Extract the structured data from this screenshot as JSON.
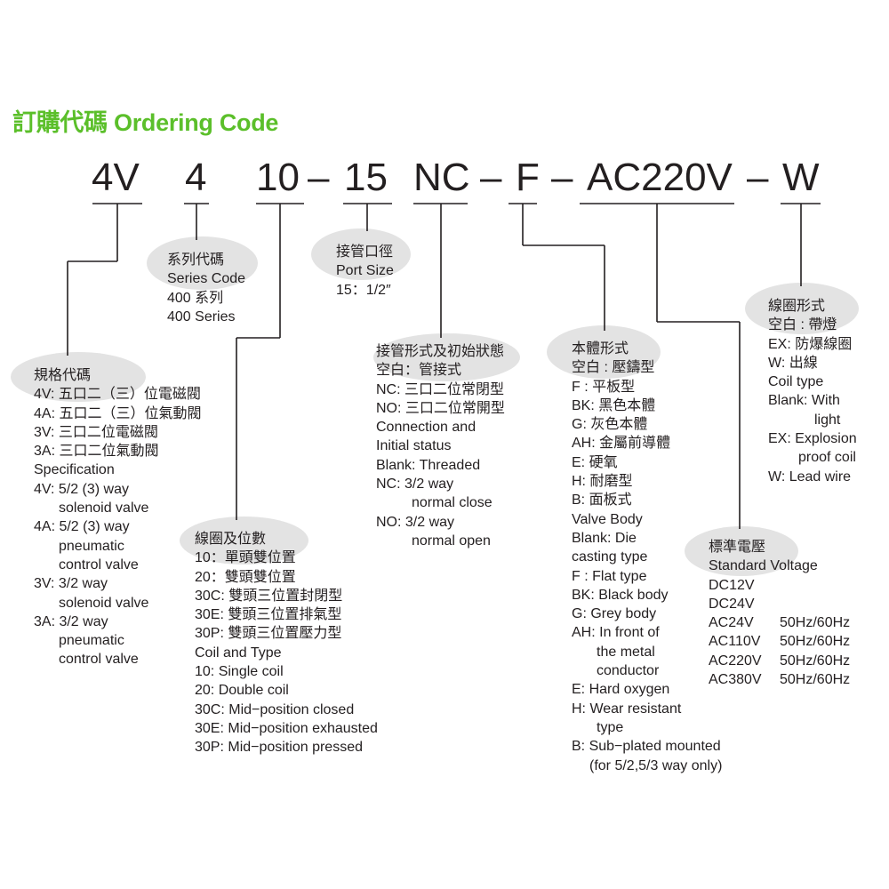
{
  "title": "訂購代碼 Ordering Code",
  "code_segments": [
    "4V",
    "4",
    "10",
    "–",
    "15",
    "NC",
    "–",
    "F",
    "–",
    "AC220V",
    "–",
    "W"
  ],
  "spec": {
    "heading": "規格代碼",
    "lines": [
      "4V: 五口二（三）位電磁閥",
      "4A: 五口二（三）位氣動閥",
      "3V: 三口二位電磁閥",
      "3A: 三口二位氣動閥",
      "Specification",
      "4V: 5/2 (3) way",
      "solenoid valve",
      "4A: 5/2 (3) way",
      "pneumatic",
      "control valve",
      "3V: 3/2 way",
      "solenoid valve",
      "3A: 3/2 way",
      "pneumatic",
      "control valve"
    ]
  },
  "series": {
    "heading": "系列代碼",
    "lines": [
      "Series Code",
      "400 系列",
      "400 Series"
    ]
  },
  "coil": {
    "heading": "線圈及位數",
    "lines": [
      "10：單頭雙位置",
      "20：雙頭雙位置",
      "30C: 雙頭三位置封閉型",
      "30E: 雙頭三位置排氣型",
      "30P: 雙頭三位置壓力型",
      "Coil and Type",
      "10: Single coil",
      "20: Double coil",
      "30C: Mid−position closed",
      "30E: Mid−position exhausted",
      "30P: Mid−position pressed"
    ]
  },
  "port": {
    "heading": "接管口徑",
    "lines": [
      "Port Size",
      "15：1/2″"
    ]
  },
  "connection": {
    "heading": "接管形式及初始狀態",
    "lines": [
      "空白：管接式",
      "NC: 三口二位常閉型",
      "NO: 三口二位常開型",
      "Connection and",
      "Initial status",
      "Blank:  Threaded",
      "NC:  3/2 way",
      "normal close",
      "NO:  3/2 way",
      "normal open"
    ]
  },
  "body": {
    "heading": "本體形式",
    "lines": [
      "空白 : 壓鑄型",
      "F : 平板型",
      "BK: 黑色本體",
      "G: 灰色本體",
      "AH: 金屬前導體",
      "E: 硬氧",
      "H: 耐磨型",
      "B: 面板式",
      "Valve Body",
      "Blank: Die",
      "casting type",
      "F : Flat type",
      "BK: Black body",
      "G: Grey body",
      "AH: In front of",
      "the metal",
      "conductor",
      "E: Hard oxygen",
      "H: Wear resistant",
      "type",
      "B: Sub−plated mounted",
      "(for 5/2,5/3 way only)"
    ]
  },
  "voltage": {
    "heading": "標準電壓",
    "subheading": "Standard Voltage",
    "rows": [
      {
        "v": "DC12V",
        "f": ""
      },
      {
        "v": "DC24V",
        "f": ""
      },
      {
        "v": "AC24V",
        "f": "50Hz/60Hz"
      },
      {
        "v": "AC110V",
        "f": "50Hz/60Hz"
      },
      {
        "v": "AC220V",
        "f": "50Hz/60Hz"
      },
      {
        "v": "AC380V",
        "f": "50Hz/60Hz"
      }
    ]
  },
  "coiltype": {
    "heading": "線圈形式",
    "lines": [
      "空白 : 帶燈",
      "EX: 防爆線圈",
      "W: 出線",
      "Coil type",
      "Blank: With",
      "light",
      "EX: Explosion",
      "proof coil",
      "W: Lead wire"
    ]
  },
  "colors": {
    "title": "#5bbf2a",
    "bubble": "#e3e3e3",
    "text": "#231f20"
  }
}
